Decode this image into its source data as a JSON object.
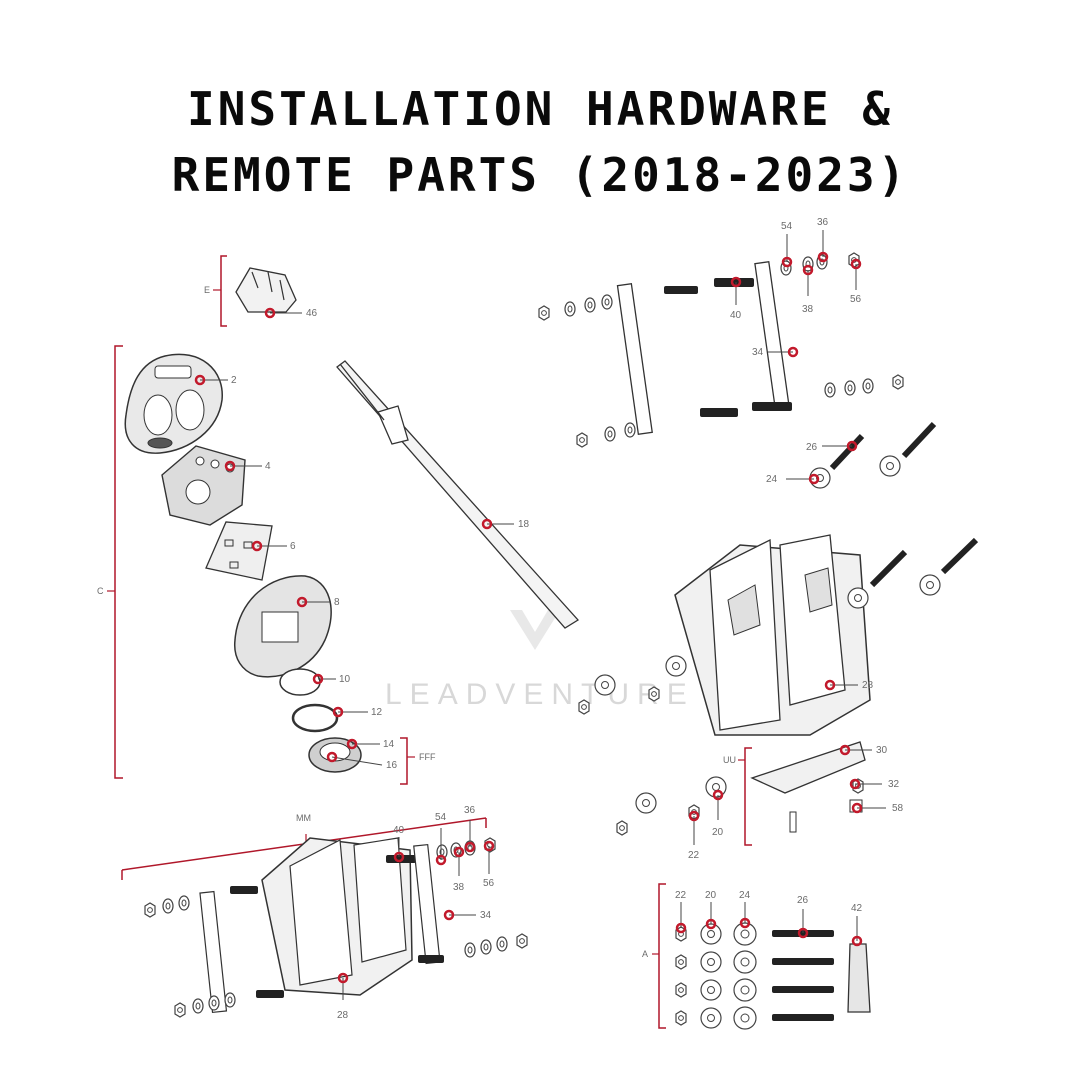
{
  "title": {
    "line1": "INSTALLATION HARDWARE &",
    "line2": "REMOTE PARTS (2018-2023)"
  },
  "watermark": "LEADVENTURE",
  "colors": {
    "callout": "#c21a2c",
    "line": "#333333",
    "bracket": "#b0172a"
  },
  "groups": {
    "E": "E",
    "C": "C",
    "FFF": "FFF",
    "MM": "MM",
    "UU": "UU",
    "A": "A"
  },
  "callouts": {
    "c46": "46",
    "c2": "2",
    "c4": "4",
    "c6": "6",
    "c8": "8",
    "c10": "10",
    "c12": "12",
    "c14": "14",
    "c16": "16",
    "c18": "18",
    "c54a": "54",
    "c36a": "36",
    "c38a": "38",
    "c56a": "56",
    "c40a": "40",
    "c34a": "34",
    "c26a": "26",
    "c24a": "24",
    "c28a": "28",
    "c30": "30",
    "c32": "32",
    "c58": "58",
    "c20a": "20",
    "c22a": "22",
    "c40b": "40",
    "c54b": "54",
    "c36b": "36",
    "c38b": "38",
    "c56b": "56",
    "c34b": "34",
    "c28b": "28",
    "c22b": "22",
    "c20b": "20",
    "c24b": "24",
    "c26b": "26",
    "c42": "42"
  }
}
